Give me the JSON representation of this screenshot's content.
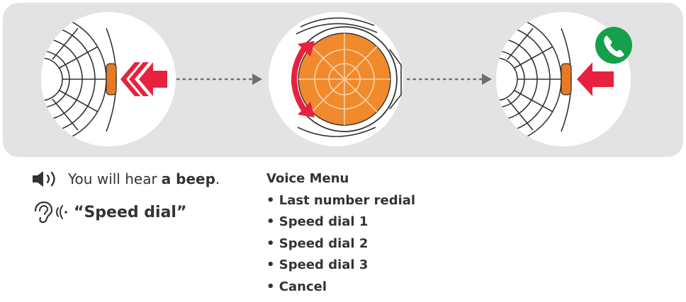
{
  "steps": [
    {
      "label": "tap-side-button",
      "icon": "button-press-arrows-icon"
    },
    {
      "label": "rotate-jog-dial",
      "icon": "rotate-arrows-icon"
    },
    {
      "label": "press-side-button",
      "icon": "phone-icon"
    }
  ],
  "colors": {
    "panel": "#e3e3e4",
    "accent_red": "#e8213f",
    "dial_orange": "#f08a2c",
    "button_orange": "#e77a22",
    "phone_green": "#14a04d",
    "text": "#333333"
  },
  "notes": {
    "beep_prefix": "You will hear",
    "beep_bold": "a beep",
    "beep_suffix": ".",
    "speech": "“Speed dial”"
  },
  "voice_menu": {
    "title": "Voice Menu",
    "items": [
      "Last number redial",
      "Speed dial 1",
      "Speed dial 2",
      "Speed dial 3",
      "Cancel"
    ]
  }
}
